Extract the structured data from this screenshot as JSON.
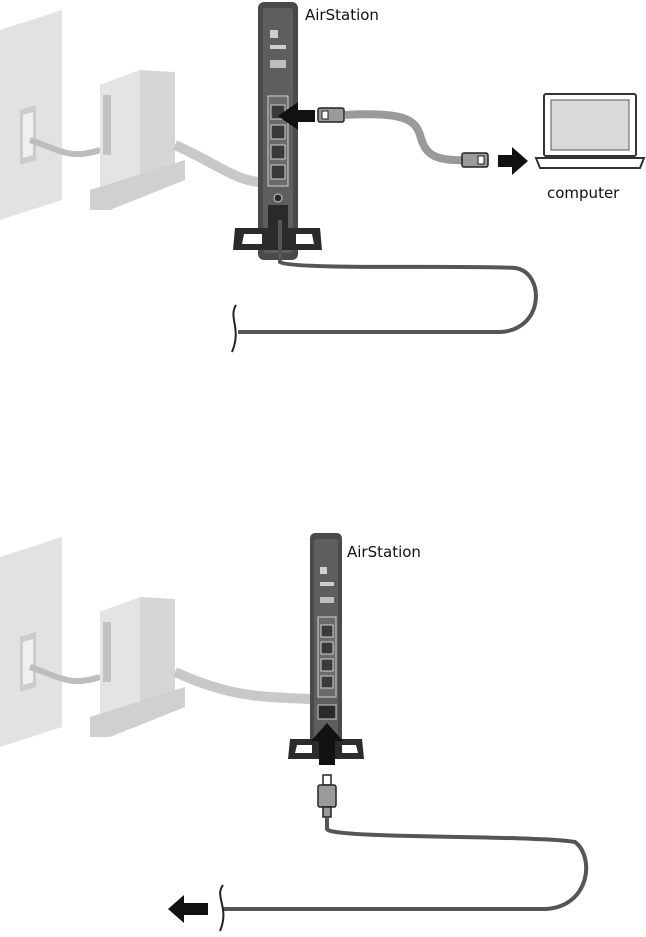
{
  "top_diagram": {
    "router_label": "AirStation",
    "computer_label": "computer"
  },
  "bottom_diagram": {
    "router_label": "AirStation"
  },
  "colors": {
    "router_body": "#4a4a4a",
    "router_dark": "#2a2a2a",
    "wall_and_modem": "#d9d9d9",
    "cable": "#8c8c8c",
    "arrow": "#111111"
  }
}
